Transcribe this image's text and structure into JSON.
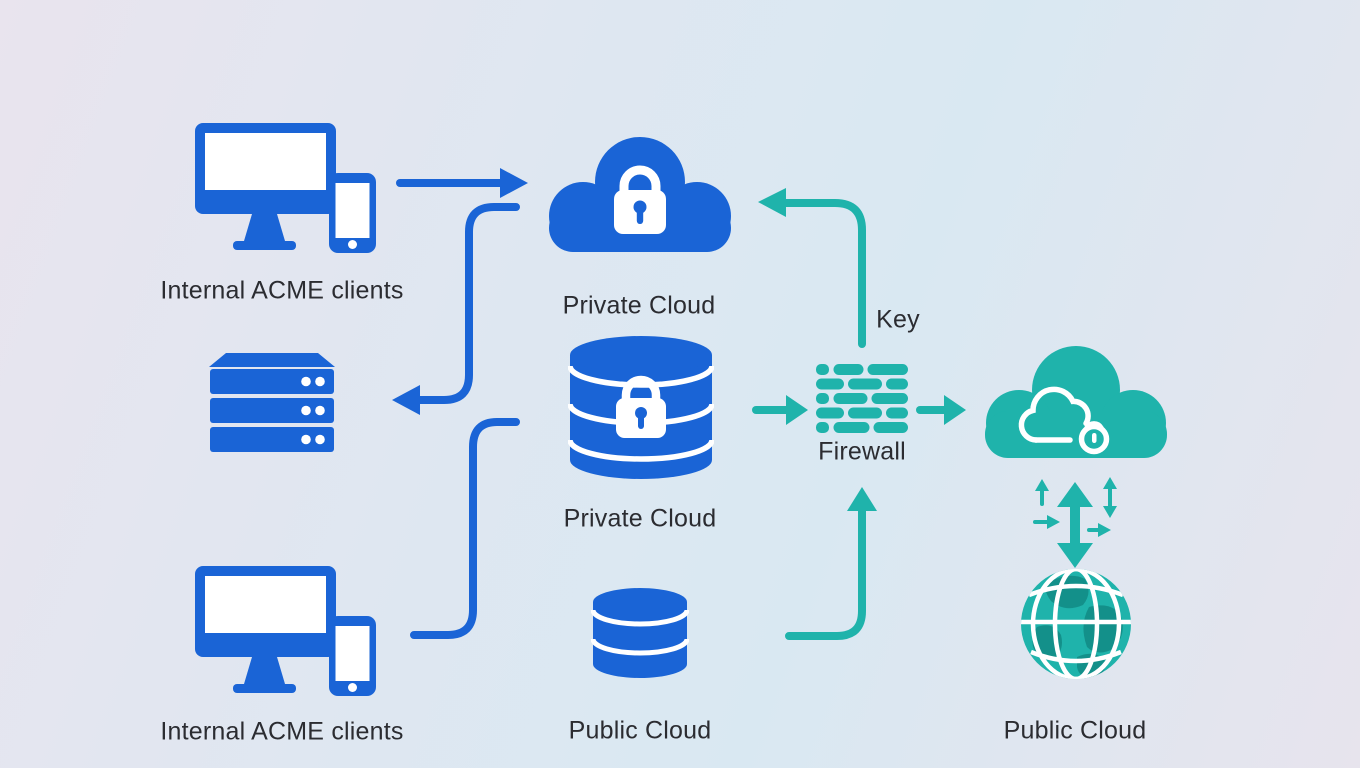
{
  "palette": {
    "blue": "#1a64d6",
    "teal": "#1fb3ab",
    "teal_dark": "#128a84",
    "text": "#2b2c31",
    "bg1": "#e9e4ee",
    "bg2": "#dfe7f1",
    "bg3": "#d9e8f2",
    "bg4": "#e7e4ed"
  },
  "nodes": {
    "clients_top": {
      "label": "Internal ACME clients",
      "icon": "desktop-and-phone-icon",
      "color": "blue"
    },
    "private_cloud_top": {
      "label": "Private Cloud",
      "icon": "cloud-lock-icon",
      "color": "blue"
    },
    "server_stack": {
      "label": "",
      "icon": "server-stack-icon",
      "color": "blue"
    },
    "private_cloud_db": {
      "label": "Private Cloud",
      "icon": "database-lock-icon",
      "color": "blue"
    },
    "clients_bottom": {
      "label": "Internal ACME clients",
      "icon": "desktop-and-phone-icon",
      "color": "blue"
    },
    "public_cloud_db": {
      "label": "Public Cloud",
      "icon": "database-icon",
      "color": "blue"
    },
    "firewall": {
      "label": "Firewall",
      "icon": "firewall-brick-icon",
      "color": "teal"
    },
    "key_line": {
      "label": "Key"
    },
    "public_cloud_right": {
      "label": "Public Cloud",
      "icon": "cloud-sync-lock-icon",
      "color": "teal"
    },
    "globe": {
      "label": "",
      "icon": "globe-icon",
      "color": "teal"
    }
  },
  "edges": [
    {
      "from": "clients_top",
      "to": "private_cloud_top",
      "color": "blue",
      "style": "arrow"
    },
    {
      "from": "private_cloud_top",
      "to": "server_stack",
      "color": "blue",
      "style": "arrow"
    },
    {
      "from": "clients_bottom",
      "to": "private_cloud_db",
      "color": "blue",
      "style": "line"
    },
    {
      "from": "firewall",
      "to": "private_cloud_top",
      "color": "teal",
      "style": "arrow",
      "label": "Key"
    },
    {
      "from": "private_cloud_db",
      "to": "firewall",
      "color": "teal",
      "style": "arrow"
    },
    {
      "from": "firewall",
      "to": "public_cloud_right",
      "color": "teal",
      "style": "arrow"
    },
    {
      "from": "public_cloud_db",
      "to": "firewall",
      "color": "teal",
      "style": "arrow"
    },
    {
      "from": "public_cloud_right",
      "to": "globe",
      "color": "teal",
      "style": "double-arrow-cluster"
    }
  ]
}
